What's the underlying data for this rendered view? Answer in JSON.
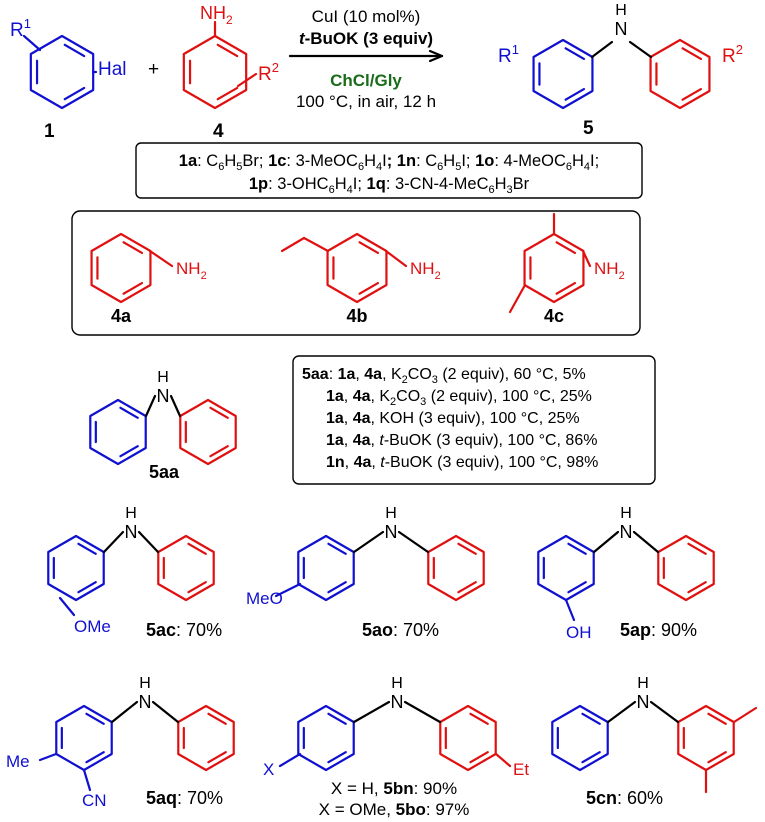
{
  "reaction": {
    "r1": "R",
    "r1_sup": "1",
    "hal": "Hal",
    "plus": "+",
    "nh2": "NH",
    "nh2_sub": "2",
    "r2": "R",
    "r2_sup": "2",
    "label_1": "1",
    "label_4": "4",
    "label_5": "5",
    "nh": "H\nN",
    "cond1": "CuI (10 mol%)",
    "cond2a": "t",
    "cond2b": "-BuOK (3 equiv)",
    "cond3": "ChCl/Gly",
    "cond4": "100 °C, in air, 12 h"
  },
  "halides_box": {
    "line1": [
      {
        "id": "1a",
        "text": ": C6H5Br; "
      },
      {
        "id": "1c",
        "text": ": 3-MeOC6H4I; "
      },
      {
        "id": "1n",
        "text": ": C6H5I; "
      },
      {
        "id": "1o",
        "text": ": 4-MeOC6H4I;"
      }
    ],
    "line2": [
      {
        "id": "1p",
        "text": ": 3-OHC6H4I; "
      },
      {
        "id": "1q",
        "text": ": 3-CN-4-MeC6H3Br"
      }
    ]
  },
  "amines_box": [
    {
      "label": "4a",
      "nh2": "NH",
      "sub": "2"
    },
    {
      "label": "4b",
      "nh2": "NH",
      "sub": "2"
    },
    {
      "label": "4c",
      "nh2": "NH",
      "sub": "2"
    }
  ],
  "opt_box": {
    "title": "5aa",
    "rows": [
      {
        "a": "1a",
        "b": "4a",
        "rest1": ", K",
        "sub": "2",
        "rest2": "CO",
        "sub2": "3",
        "rest3": " (2 equiv), 60 °C, 5%"
      },
      {
        "a": "1a",
        "b": "4a",
        "rest1": ", K",
        "sub": "2",
        "rest2": "CO",
        "sub2": "3",
        "rest3": " (2 equiv), 100 °C, 25%"
      },
      {
        "a": "1a",
        "b": "4a",
        "rest1": ", KOH (3 equiv), 100 °C, 25%"
      },
      {
        "a": "1a",
        "b": "4a",
        "rest1": ", ",
        "ital": "t",
        "rest2": "-BuOK (3 equiv), 100 °C, 86%"
      },
      {
        "a": "1n",
        "b": "4a",
        "rest1": ", ",
        "ital": "t",
        "rest2": "-BuOK (3 equiv), 100 °C, 98%"
      }
    ]
  },
  "products": [
    {
      "id": "5aa",
      "yield": ""
    },
    {
      "id": "5ac",
      "yield": ": 70%",
      "sub": "OMe"
    },
    {
      "id": "5ao",
      "yield": ": 70%",
      "sub": "MeO"
    },
    {
      "id": "5ap",
      "yield": ": 90%",
      "sub": "OH"
    },
    {
      "id": "5aq",
      "yield": ": 70%",
      "sub1": "Me",
      "sub2": "CN"
    },
    {
      "id": "5bn",
      "yield": ": 90%",
      "prefix": "X = H, "
    },
    {
      "id": "5bo",
      "yield": ": 97%",
      "prefix": "X = OMe, "
    },
    {
      "id": "5cn",
      "yield": ": 60%"
    }
  ],
  "misc": {
    "x": "X",
    "et": "Et",
    "h": "H",
    "n": "N"
  },
  "colors": {
    "blue": "#1010d0",
    "red": "#e01010",
    "green": "#1a6b1a",
    "black": "#000000"
  }
}
